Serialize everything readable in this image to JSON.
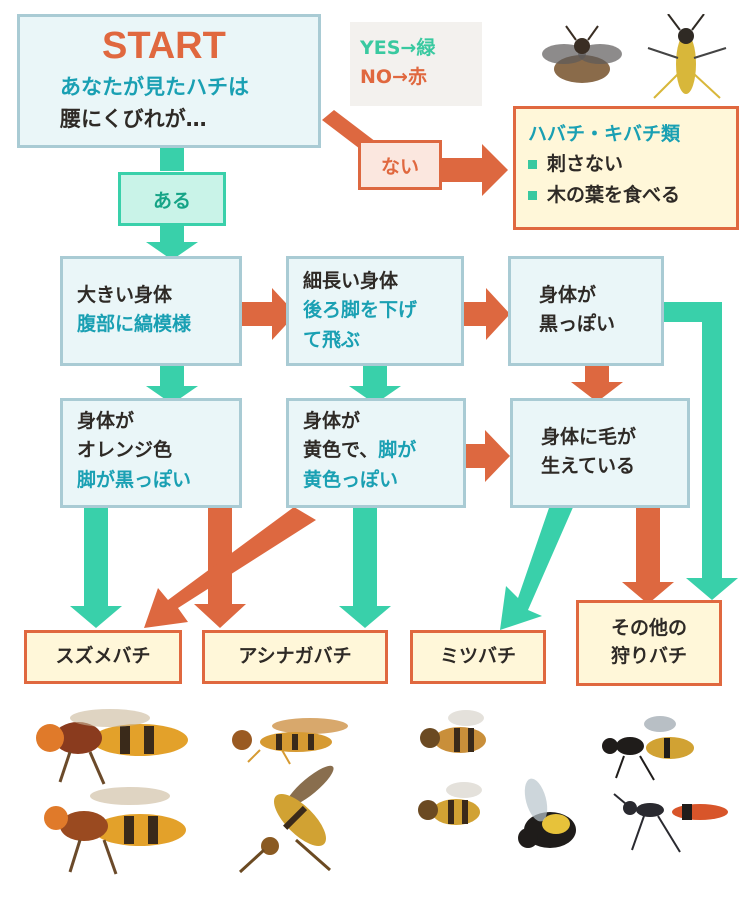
{
  "start": {
    "title": "START",
    "line1": "あなたが見たハチは",
    "line2": "腰にくびれが…"
  },
  "legend": {
    "yes": "YES→緑",
    "no": "NO→赤"
  },
  "labels": {
    "no": "ない",
    "yes": "ある"
  },
  "sawfly": {
    "title": "ハバチ・キバチ類",
    "item1": "刺さない",
    "item2": "木の葉を食べる"
  },
  "q_big": {
    "line1": "大きい身体",
    "line2": "腹部に縞模様"
  },
  "q_slender": {
    "line1": "細長い身体",
    "line2": "後ろ脚を下げ",
    "line3": "て飛ぶ"
  },
  "q_black": {
    "line1": "身体が",
    "line2": "黒っぽい"
  },
  "q_orange": {
    "line1": "身体が",
    "line2": "オレンジ色",
    "line3": "脚が黒っぽい"
  },
  "q_yellow": {
    "line1": "身体が",
    "line2a": "黄色で、",
    "line2b": "脚が",
    "line3": "黄色っぽい"
  },
  "q_hair": {
    "line1": "身体に毛が",
    "line2": "生えている"
  },
  "results": {
    "suzumebachi": "スズメバチ",
    "ashinagabachi": "アシナガバチ",
    "mitsubachi": "ミツバチ",
    "other_line1": "その他の",
    "other_line2": "狩りバチ"
  },
  "colors": {
    "yes": "#39d0aa",
    "no": "#dd6840",
    "box_fill": "#eaf6f8",
    "box_border": "#a9cbd4",
    "term_fill": "#fff7d9"
  }
}
